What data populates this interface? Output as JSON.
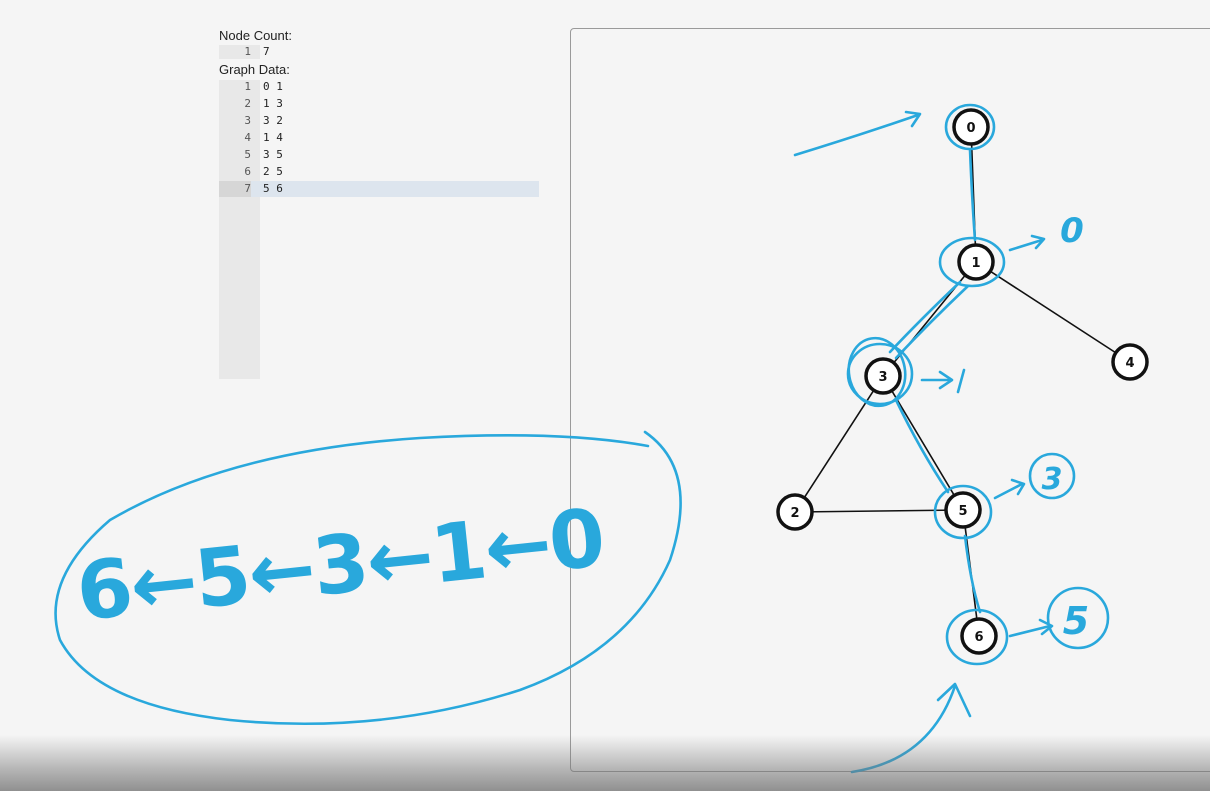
{
  "node_count": {
    "label": "Node Count:",
    "lines": [
      {
        "num": "1",
        "text": "7"
      }
    ]
  },
  "graph_data": {
    "label": "Graph Data:",
    "lines": [
      {
        "num": "1",
        "text": "0 1"
      },
      {
        "num": "2",
        "text": "1 3"
      },
      {
        "num": "3",
        "text": "3 2"
      },
      {
        "num": "4",
        "text": "1 4"
      },
      {
        "num": "5",
        "text": "3 5"
      },
      {
        "num": "6",
        "text": "2 5"
      },
      {
        "num": "7",
        "text": "5 6"
      }
    ]
  },
  "graph": {
    "nodes": [
      "0",
      "1",
      "2",
      "3",
      "4",
      "5",
      "6"
    ],
    "edges": [
      [
        "0",
        "1"
      ],
      [
        "1",
        "3"
      ],
      [
        "3",
        "2"
      ],
      [
        "1",
        "4"
      ],
      [
        "3",
        "5"
      ],
      [
        "2",
        "5"
      ],
      [
        "5",
        "6"
      ]
    ]
  },
  "annotations": {
    "path_text": "6←5←3←1←0",
    "parent_of_1": "0",
    "parent_of_3": "1",
    "parent_of_5": "3",
    "parent_of_6": "5",
    "ink_color": "#29a8dc"
  }
}
